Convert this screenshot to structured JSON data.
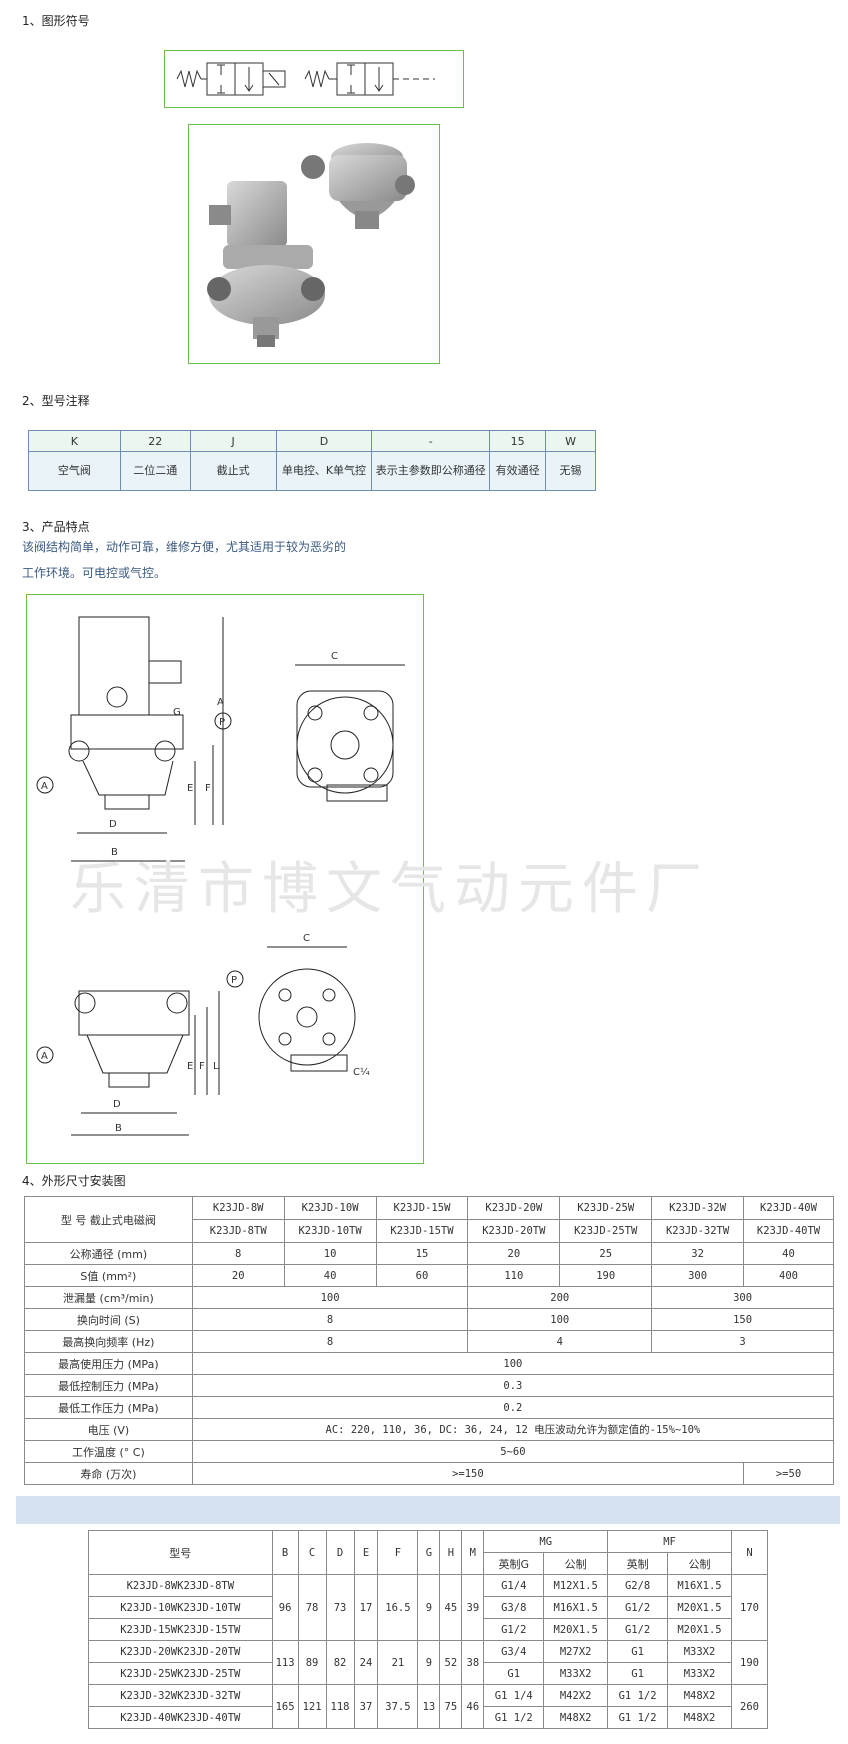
{
  "section1": {
    "title": "1、图形符号"
  },
  "section2": {
    "title": "2、型号注释",
    "codes": [
      "K",
      "22",
      "J",
      "D",
      "-",
      "15",
      "W"
    ],
    "meanings": [
      "空气阀",
      "二位二通",
      "截止式",
      "单电控、K单气控",
      "表示主参数即公称通径",
      "有效通径",
      "无锡"
    ]
  },
  "section3": {
    "title": "3、产品特点",
    "line1": "该阀结构简单，动作可靠，维修方便，尤其适用于较为恶劣的",
    "line2": "工作环境。可电控或气控。"
  },
  "drawing": {
    "watermark": "乐清市博文气动元件厂",
    "labels": {
      "A": "A",
      "B": "B",
      "C": "C",
      "D": "D",
      "E": "E",
      "F": "F",
      "G": "G",
      "L": "L",
      "P": "P",
      "C14": "C¼"
    }
  },
  "section4": {
    "title": "4、外形尺寸安装图"
  },
  "spec_table": {
    "header_label": "型 号 截止式电磁阀",
    "models_top": [
      "K23JD-8W",
      "K23JD-10W",
      "K23JD-15W",
      "K23JD-20W",
      "K23JD-25W",
      "K23JD-32W",
      "K23JD-40W"
    ],
    "models_bottom": [
      "K23JD-8TW",
      "K23JD-10TW",
      "K23JD-15TW",
      "K23JD-20TW",
      "K23JD-25TW",
      "K23JD-32TW",
      "K23JD-40TW"
    ],
    "rows": {
      "bore": {
        "label": "公称通径 (mm)",
        "values": [
          "8",
          "10",
          "15",
          "20",
          "25",
          "32",
          "40"
        ]
      },
      "s": {
        "label": "S值 (mm²)",
        "values": [
          "20",
          "40",
          "60",
          "110",
          "190",
          "300",
          "400"
        ]
      },
      "leak": {
        "label": "泄漏量 (cm³/min)",
        "values": [
          "100",
          "200",
          "300"
        ]
      },
      "switch_time": {
        "label": "换向时间 (S)",
        "values": [
          "8",
          "100",
          "150"
        ]
      },
      "freq": {
        "label": "最高换向频率 (Hz)",
        "values": [
          "8",
          "4",
          "3"
        ]
      },
      "max_pressure": {
        "label": "最高使用压力 (MPa)",
        "value": "100"
      },
      "min_ctrl": {
        "label": "最低控制压力 (MPa)",
        "value": "0.3"
      },
      "min_work": {
        "label": "最低工作压力 (MPa)",
        "value": "0.2"
      },
      "voltage": {
        "label": "电压 (V)",
        "value": "AC: 220, 110, 36, DC: 36, 24, 12 电压波动允许为额定值的-15%~10%"
      },
      "temp": {
        "label": "工作温度 (° C)",
        "value": "5~60"
      },
      "life": {
        "label": "寿命 (万次)",
        "values": [
          ">=150",
          ">=50"
        ]
      }
    }
  },
  "dim_table": {
    "h_model": "型号",
    "h_cols": [
      "B",
      "C",
      "D",
      "E",
      "F",
      "G",
      "H",
      "M"
    ],
    "h_mg": "MG",
    "h_mf": "MF",
    "h_n": "N",
    "h_imp": "英制G",
    "h_met": "公制",
    "h_imp2": "英制",
    "h_met2": "公制",
    "models": [
      "K23JD-8WK23JD-8TW",
      "K23JD-10WK23JD-10TW",
      "K23JD-15WK23JD-15TW",
      "K23JD-20WK23JD-20TW",
      "K23JD-25WK23JD-25TW",
      "K23JD-32WK23JD-32TW",
      "K23JD-40WK23JD-40TW"
    ],
    "groupA": [
      "96",
      "78",
      "73",
      "17",
      "16.5",
      "9",
      "45",
      "39"
    ],
    "groupB": [
      "113",
      "89",
      "82",
      "24",
      "21",
      "9",
      "52",
      "38"
    ],
    "groupC": [
      "165",
      "121",
      "118",
      "37",
      "37.5",
      "13",
      "75",
      "46"
    ],
    "mg_imp": [
      "G1/4",
      "G3/8",
      "G1/2",
      "G3/4",
      "G1",
      "G1 1/4",
      "G1 1/2"
    ],
    "mg_met": [
      "M12X1.5",
      "M16X1.5",
      "M20X1.5",
      "M27X2",
      "M33X2",
      "M42X2",
      "M48X2"
    ],
    "mf_imp": [
      "G2/8",
      "G1/2",
      "G1/2",
      "G1",
      "G1",
      "G1 1/2",
      "G1 1/2"
    ],
    "mf_met": [
      "M16X1.5",
      "M20X1.5",
      "M20X1.5",
      "M33X2",
      "M33X2",
      "M48X2",
      "M48X2"
    ],
    "n": [
      "170",
      "190",
      "260"
    ]
  }
}
